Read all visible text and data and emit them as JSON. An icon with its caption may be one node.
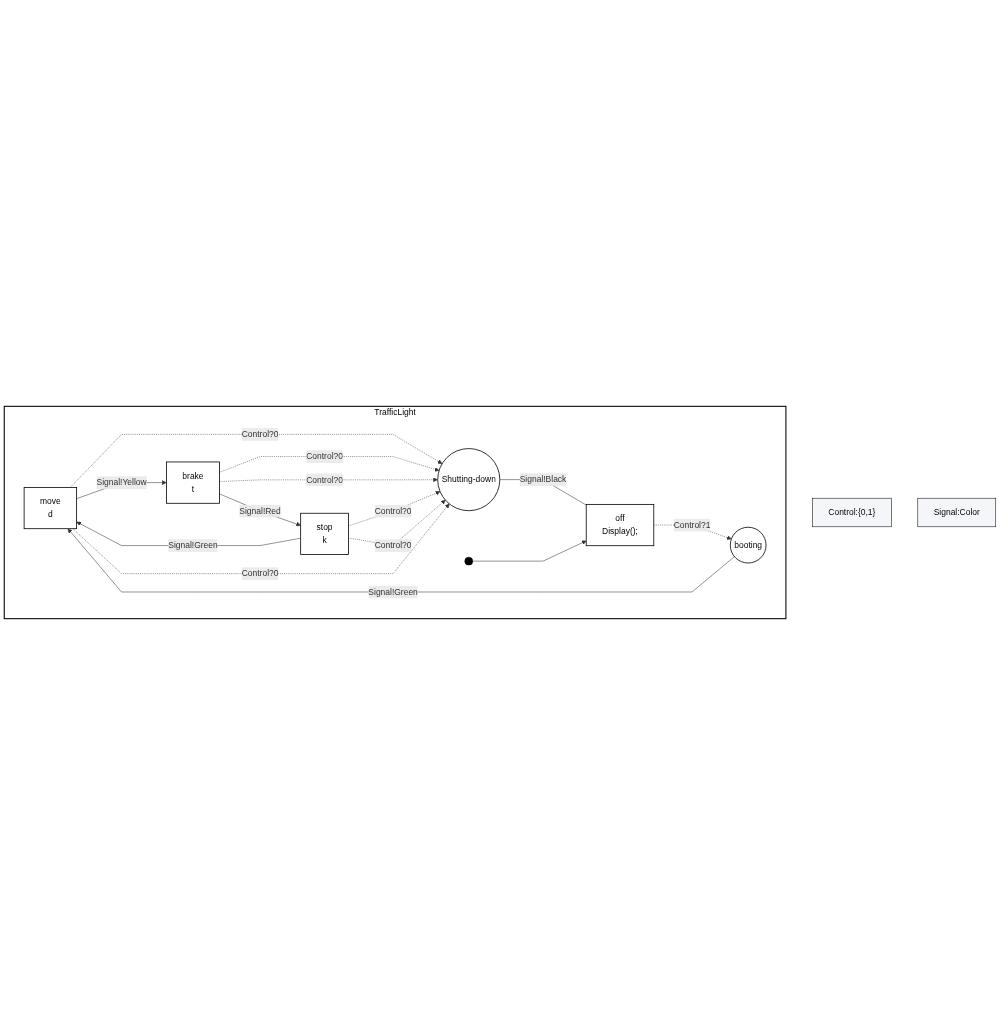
{
  "diagram": {
    "nodes": [
      {
        "text": [
          "TrafficLight"
        ]
      },
      {
        "text": [
          "Control:{0,1}"
        ]
      },
      {
        "text": [
          "Signal:Color"
        ]
      },
      {
        "text": [
          "move",
          "d"
        ],
        "in": 0
      },
      {
        "text": [
          "brake",
          "t"
        ],
        "in": 0
      },
      {
        "text": [
          "stop",
          "k"
        ],
        "in": 0
      },
      {
        "text": [
          "Shutting-down"
        ],
        "in": 0
      },
      {
        "text": [
          "off",
          "Display();"
        ],
        "in": 0
      },
      {
        "text": [
          "booting"
        ],
        "in": 0
      },
      {
        "text": [],
        "shape": "circle",
        "in": 0
      }
    ],
    "edges": [
      {
        "from": 3,
        "to": 4,
        "arrow": "to",
        "label": "Signal!Yellow"
      },
      {
        "from": 4,
        "to": 5,
        "arrow": "to",
        "label": "Signal!Red"
      },
      {
        "from": 5,
        "to": 3,
        "arrow": "to",
        "label": "Signal!Green"
      },
      {
        "from": 3,
        "to": 6,
        "arrow": "to",
        "label": "Control?0",
        "style": "dashed"
      },
      {
        "from": 4,
        "to": 6,
        "arrow": "to",
        "label": "Control?0",
        "style": "dashed"
      },
      {
        "from": 4,
        "to": 6,
        "arrow": "to",
        "label": "Control?0",
        "style": "dashed"
      },
      {
        "from": 5,
        "to": 6,
        "arrow": "to",
        "label": "Control?0",
        "style": "dashed"
      },
      {
        "from": 5,
        "to": 6,
        "arrow": "to",
        "label": "Control?0",
        "style": "dashed"
      },
      {
        "from": 3,
        "to": 6,
        "arrow": "to",
        "label": "Control?0",
        "style": "dashed"
      },
      {
        "from": 8,
        "to": 3,
        "arrow": "to",
        "label": "Signal!Green"
      },
      {
        "from": 6,
        "to": 7,
        "arrow": "none",
        "label": "Signal!Black"
      },
      {
        "from": 9,
        "to": 7,
        "arrow": "to"
      },
      {
        "from": 7,
        "to": 8,
        "arrow": "to",
        "label": "Control?1",
        "style": "dashed"
      }
    ]
  }
}
